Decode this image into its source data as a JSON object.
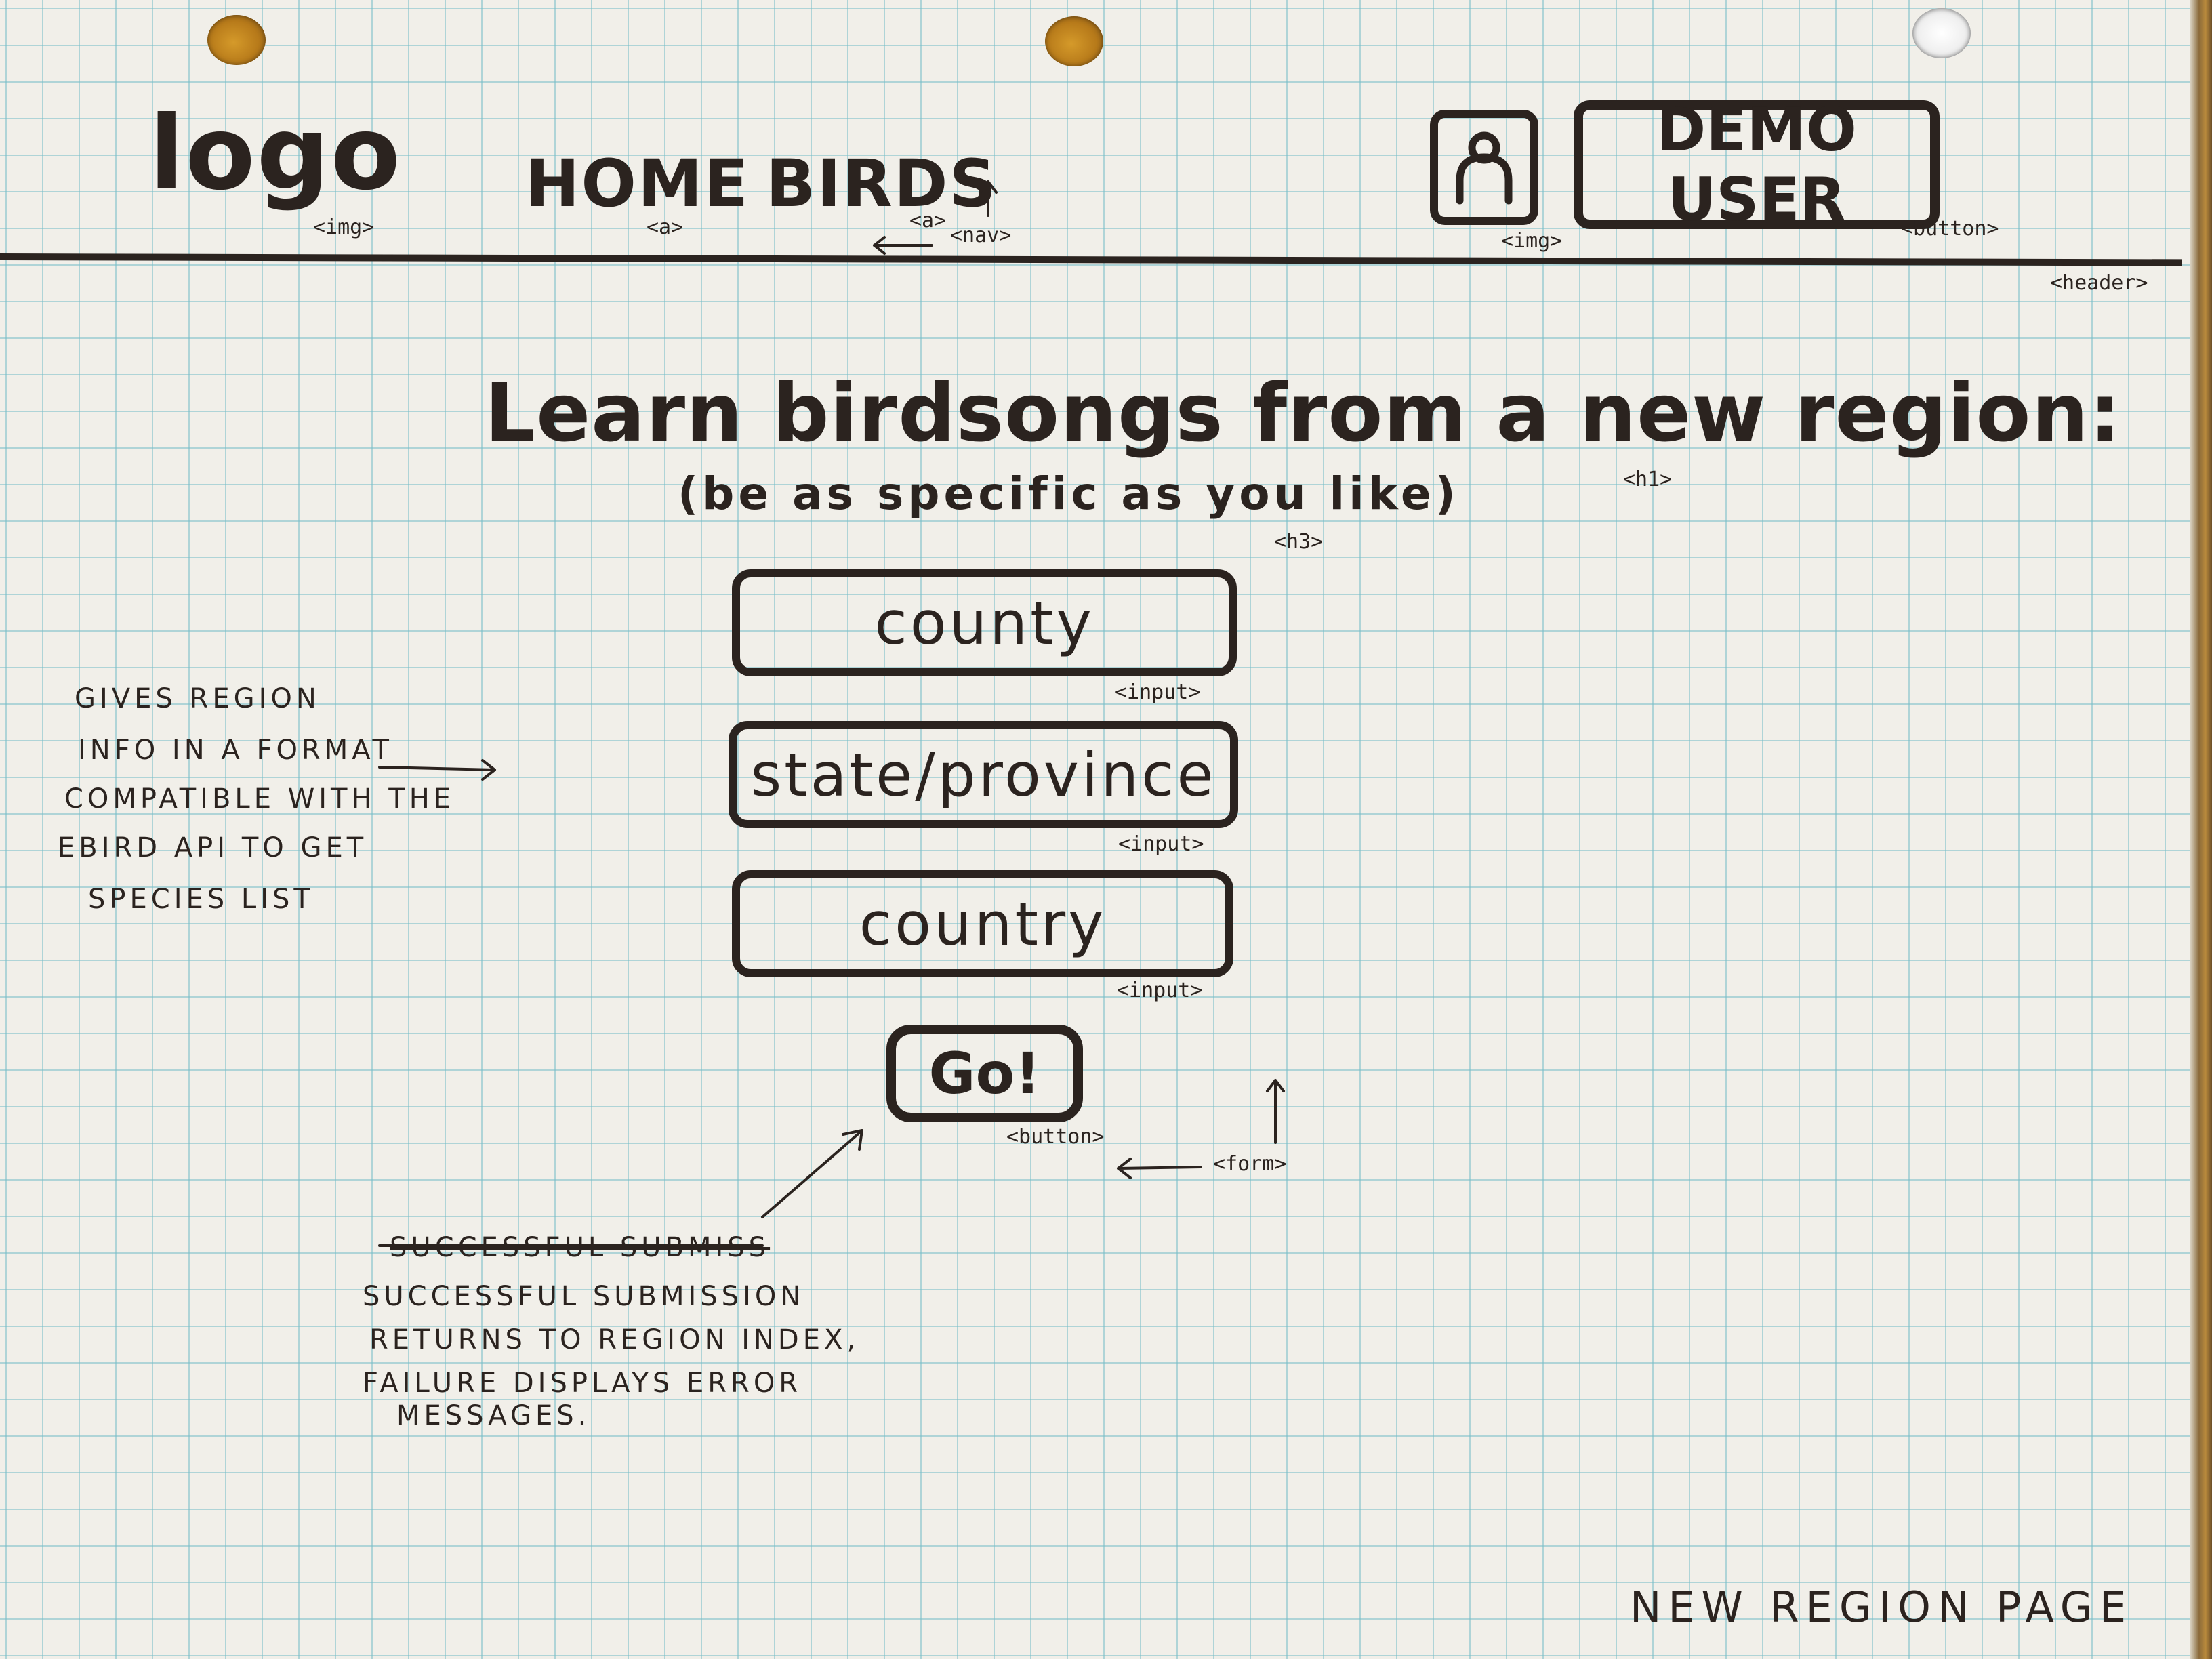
{
  "header": {
    "logo_text": "logo",
    "nav": [
      {
        "label": "Home"
      },
      {
        "label": "Birds"
      }
    ],
    "user_button_label": "Demo User"
  },
  "tags": {
    "logo": "<img>",
    "home": "<a>",
    "birds": "<a>",
    "nav": "<nav>",
    "avatar": "<img>",
    "user_button": "<button>",
    "header": "<header>",
    "h1": "<h1>",
    "h3": "<h3>",
    "input_county": "<input>",
    "input_state": "<input>",
    "input_country": "<input>",
    "go_button": "<button>",
    "form": "<form>"
  },
  "main": {
    "heading": "Learn birdsongs from a new region:",
    "subheading": "(be as specific as you like)",
    "form": {
      "county_placeholder": "county",
      "state_placeholder": "state/province",
      "country_placeholder": "country",
      "submit_label": "Go!"
    }
  },
  "notes": {
    "left_note_lines": [
      "Gives region",
      "info in a format",
      "compatible with the",
      "ebird API to get",
      "species list"
    ],
    "bottom_note_struck": "Successful submiss",
    "bottom_note_lines": [
      "Successful submission",
      "returns to region index,",
      "failure displays error",
      "messages."
    ]
  },
  "page_label": "New Region Page",
  "colors": {
    "ink": "#2b231f",
    "paper": "#f1efe9",
    "grid": "#78bec8"
  }
}
